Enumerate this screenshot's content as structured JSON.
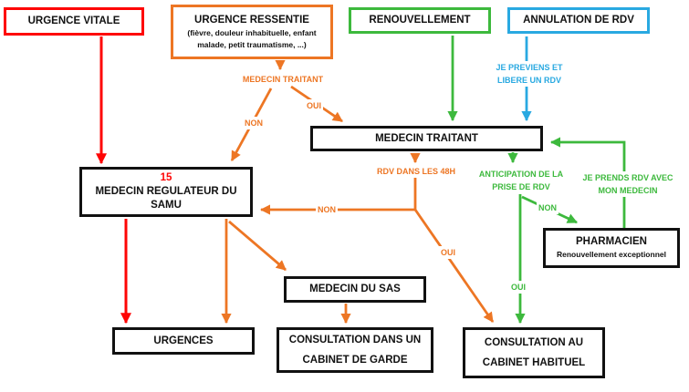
{
  "diagram": {
    "boxes": {
      "urgence_vitale": {
        "label": "URGENCE VITALE"
      },
      "urgence_ressentie": {
        "label": "URGENCE RESSENTIE",
        "sublines": [
          "(fièvre, douleur inhabituelle, enfant",
          "malade, petit traumatisme, ...)"
        ]
      },
      "renouvellement": {
        "label": "RENOUVELLEMENT"
      },
      "annulation_rdv": {
        "label": "ANNULATION DE RDV"
      },
      "medecin_traitant": {
        "label": "MEDECIN TRAITANT"
      },
      "samu": {
        "number": "15",
        "lines": [
          "MEDECIN REGULATEUR DU",
          "SAMU"
        ]
      },
      "pharmacien": {
        "label": "PHARMACIEN",
        "subline": "Renouvellement exceptionnel"
      },
      "medecin_sas": {
        "label": "MEDECIN DU SAS"
      },
      "urgences": {
        "label": "URGENCES"
      },
      "consultation_garde": {
        "lines": [
          "CONSULTATION DANS UN",
          "CABINET DE GARDE"
        ]
      },
      "consultation_habituel": {
        "lines": [
          "CONSULTATION AU",
          "CABINET HABITUEL"
        ]
      }
    },
    "edge_labels": {
      "medecin_traitant_q": "MEDECIN TRAITANT",
      "oui_ressentie": "OUI",
      "non_ressentie": "NON",
      "je_previens": [
        "JE PREVIENS ET",
        "LIBERE UN RDV"
      ],
      "rdv_48h": "RDV DANS LES 48H",
      "anticipation": [
        "ANTICIPATION DE LA",
        "PRISE DE RDV"
      ],
      "je_prends_rdv": [
        "JE PRENDS RDV AVEC",
        "MON MEDECIN"
      ],
      "non_48h": "NON",
      "oui_48h": "OUI",
      "non_anticipation": "NON",
      "oui_anticipation": "OUI"
    },
    "colors": {
      "red": "#fe0505",
      "orange": "#ed7624",
      "green": "#3db93d",
      "cyan": "#29a9e1",
      "ink": "#111111"
    }
  }
}
